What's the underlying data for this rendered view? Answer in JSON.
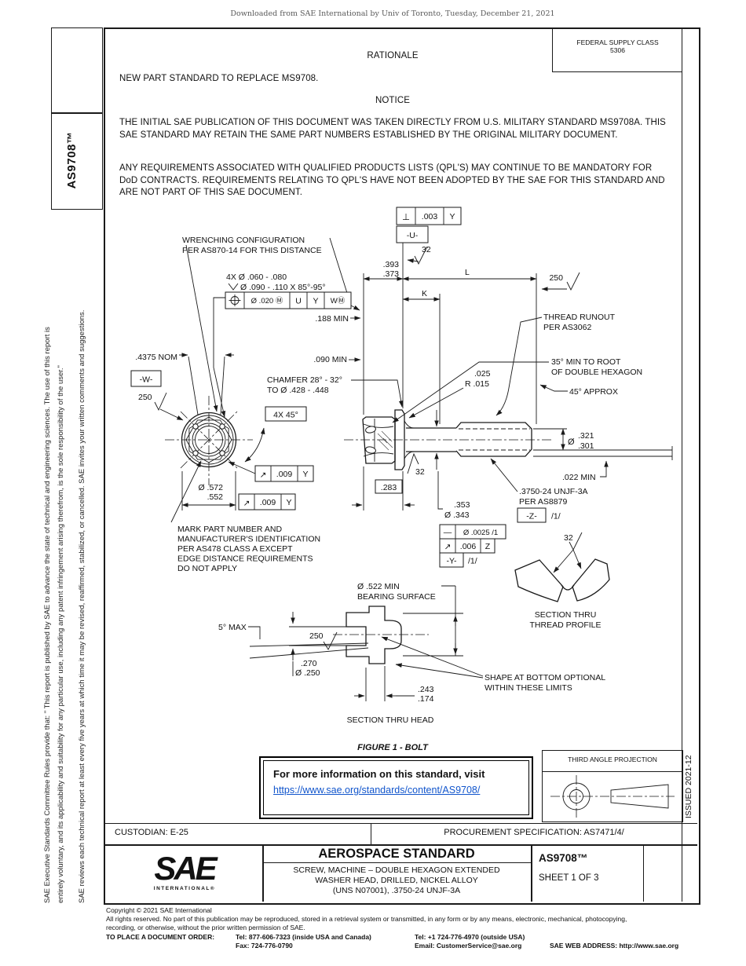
{
  "watermark": "Downloaded from SAE International by Univ of Toronto, Tuesday, December 21, 2021",
  "sidebar": {
    "doc_code": "AS9708™",
    "disclaimer_1": "SAE Executive Standards Committee Rules provide that: \" This report is published by SAE to advance the state of technical and engineering sciences. The use of this report is entirely voluntary, and its applicability and suitability for any particular use, including any patent infringement arising therefrom, is the sole responsibility of the user.\"",
    "disclaimer_2": "SAE reviews each technical report at least every five years at which time it may be revised, reaffirmed, stabilized, or cancelled. SAE invites your written comments and suggestions."
  },
  "header": {
    "fsc_label": "FEDERAL SUPPLY CLASS",
    "fsc_value": "5306",
    "rationale_title": "RATIONALE",
    "rationale_text": "NEW PART STANDARD TO REPLACE MS9708.",
    "notice_title": "NOTICE",
    "notice_p1": "THE INITIAL SAE PUBLICATION OF THIS DOCUMENT WAS TAKEN DIRECTLY FROM U.S. MILITARY STANDARD MS9708A. THIS SAE STANDARD MAY RETAIN THE SAME PART NUMBERS ESTABLISHED BY THE ORIGINAL MILITARY DOCUMENT.",
    "notice_p2": "ANY REQUIREMENTS ASSOCIATED WITH QUALIFIED PRODUCTS LISTS (QPL'S) MAY CONTINUE TO BE MANDATORY FOR DoD CONTRACTS. REQUIREMENTS RELATING TO QPL'S HAVE NOT BEEN ADOPTED BY THE SAE FOR THIS STANDARD AND ARE NOT PART OF THIS SAE DOCUMENT."
  },
  "drawing": {
    "wrenching_note": [
      "WRENCHING CONFIGURATION",
      "PER AS870-14 FOR THIS DISTANCE"
    ],
    "holes_note_1": "4X Ø .060 - .080",
    "holes_note_2": "Ø .090 - .110 X 85°-95°",
    "position_fcf": {
      "tol": "Ø .020 Ⓜ",
      "d1": "U",
      "d2": "Y",
      "d3": "WⓂ"
    },
    "min_188": ".188 MIN",
    "perp_fcf": {
      "sym": "⊥",
      "tol": ".003",
      "datum": "Y"
    },
    "datum_u": "-U-",
    "finish_32": "32",
    "finish_250": "250",
    "dim_393": ".393",
    "dim_373": ".373",
    "dim_L": "L",
    "dim_K": "K",
    "thread_runout": [
      "THREAD RUNOUT",
      "PER AS3062"
    ],
    "root_note": [
      "35° MIN TO ROOT",
      "OF DOUBLE HEXAGON"
    ],
    "approx_45": "45° APPROX",
    "dim_025": ".025",
    "dim_r015": "R .015",
    "min_090": ".090 MIN",
    "chamfer_note": [
      "CHAMFER 28° - 32°",
      "TO Ø .428 - .448"
    ],
    "nom_4375": ".4375 NOM",
    "datum_w": "-W-",
    "angle_4x45": "4X 45°",
    "runout_sym": "↗",
    "runout_tol_009": ".009",
    "datum_y_ref": "Y",
    "dim_572": "Ø .572",
    "dim_552": ".552",
    "mark_note": [
      "MARK PART NUMBER AND",
      "MANUFACTURER'S IDENTIFICATION",
      "PER AS478 CLASS A EXCEPT",
      "EDGE DISTANCE REQUIREMENTS",
      "DO NOT APPLY"
    ],
    "dia_sym": "Ø",
    "dim_321": ".321",
    "dim_301": ".301",
    "min_022": ".022 MIN",
    "thread_callout": [
      ".3750-24 UNJF-3A",
      "PER AS8879"
    ],
    "datum_z": "-Z-",
    "note_ref": "/1/",
    "dim_353": ".353",
    "dim_343": "Ø .343",
    "straight_sym": "—",
    "straight_tol": "Ø .0025 /1",
    "runout_tol_006": ".006",
    "datum_z_ref": "Z",
    "datum_y": "-Y-",
    "section_thread": [
      "SECTION THRU",
      "THREAD PROFILE"
    ],
    "bearing_note": [
      "Ø .522 MIN",
      "BEARING SURFACE"
    ],
    "max_5": "5° MAX",
    "dim_270": ".270",
    "dim_250": "Ø .250",
    "dim_243": ".243",
    "dim_174": ".174",
    "shape_note": [
      "SHAPE AT BOTTOM OPTIONAL",
      "WITHIN THESE LIMITS"
    ],
    "section_head": "SECTION THRU HEAD",
    "dim_283": ".283"
  },
  "figure_caption": "FIGURE 1 - BOLT",
  "info_box": {
    "text": "For more information on this standard, visit",
    "link": "https://www.sae.org/standards/content/AS9708/"
  },
  "projection": {
    "title": "THIRD ANGLE PROJECTION"
  },
  "issued": "ISSUED 2021-12",
  "title_block": {
    "custodian": "CUSTODIAN: E-25",
    "procurement": "PROCUREMENT SPECIFICATION: AS7471/4/",
    "logo_text": "SAE",
    "logo_sub": "INTERNATIONAL®",
    "doc_type": "AEROSPACE STANDARD",
    "title_line1": "SCREW, MACHINE – DOUBLE HEXAGON EXTENDED",
    "title_line2": "WASHER HEAD, DRILLED, NICKEL ALLOY",
    "title_line3": "(UNS N07001), .3750-24 UNJF-3A",
    "doc_number": "AS9708™",
    "sheet": "SHEET 1 OF 3"
  },
  "footer": {
    "line1": "Copyright © 2021 SAE International",
    "line2": "All rights reserved. No part of this publication may be reproduced, stored in a retrieval system or transmitted, in any form or by any means, electronic, mechanical, photocopying,",
    "line3": "recording, or otherwise, without the prior written permission of SAE.",
    "order_label": "TO PLACE A DOCUMENT ORDER:",
    "tel1": "Tel: 877-606-7323 (inside USA and Canada)",
    "tel2": "Tel: +1 724-776-4970 (outside USA)",
    "fax": "Fax: 724-776-0790",
    "email": "Email: CustomerService@sae.org",
    "web": "SAE WEB ADDRESS: http://www.sae.org"
  }
}
